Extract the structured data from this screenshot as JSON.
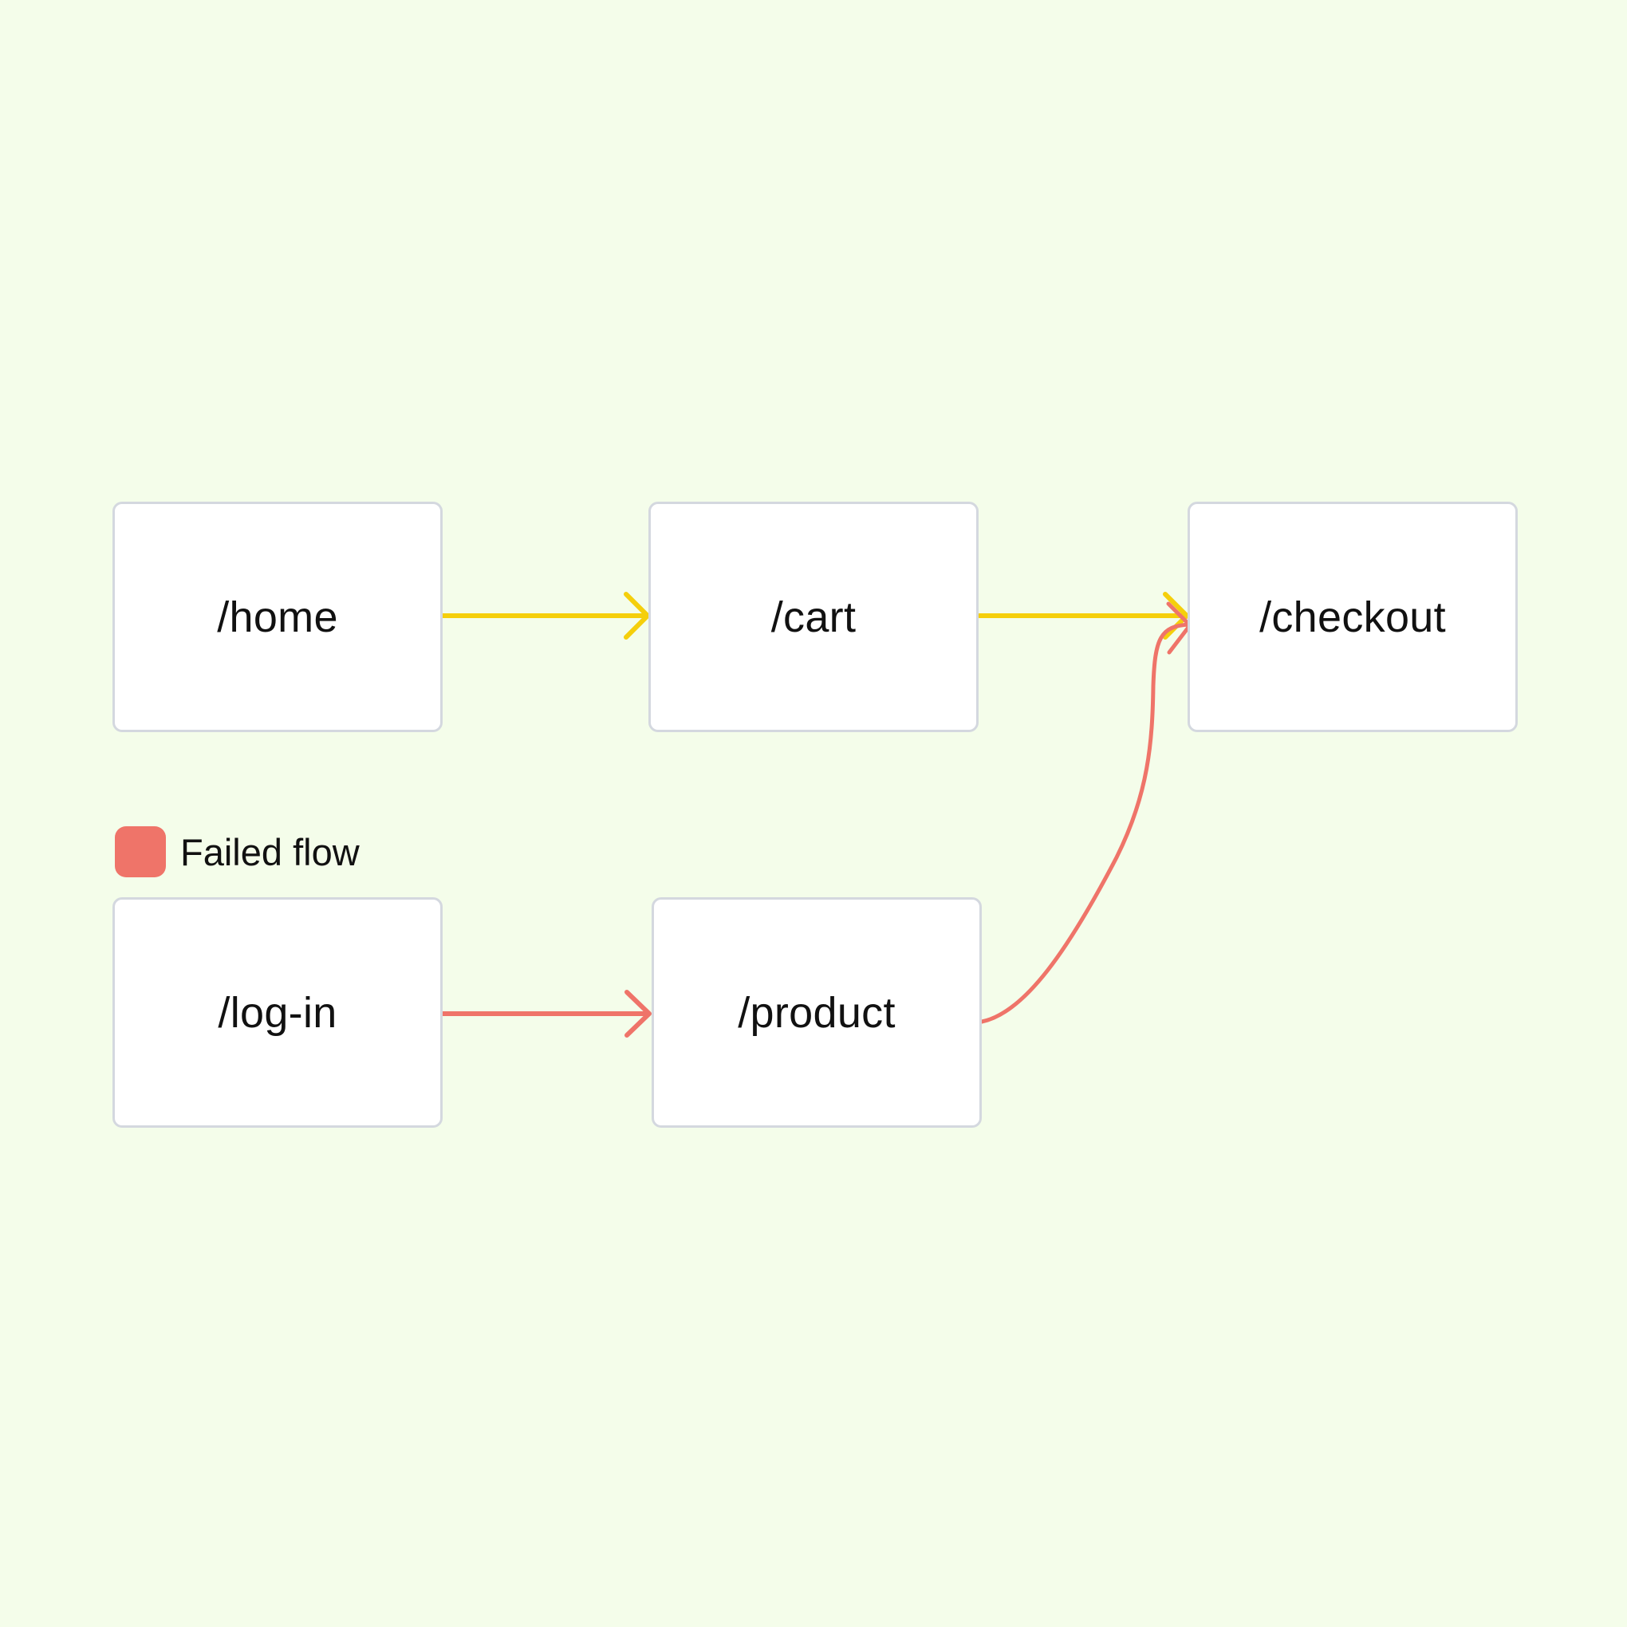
{
  "diagram": {
    "nodes": [
      {
        "id": "home",
        "label": "/home"
      },
      {
        "id": "cart",
        "label": "/cart"
      },
      {
        "id": "checkout",
        "label": "/checkout"
      },
      {
        "id": "login",
        "label": "/log-in"
      },
      {
        "id": "product",
        "label": "/product"
      }
    ],
    "edges": [
      {
        "from": "home",
        "to": "cart",
        "flow": "normal"
      },
      {
        "from": "cart",
        "to": "checkout",
        "flow": "normal"
      },
      {
        "from": "login",
        "to": "product",
        "flow": "failed"
      },
      {
        "from": "product",
        "to": "checkout",
        "flow": "failed"
      }
    ]
  },
  "legend": {
    "label": "Failed flow",
    "color": "#ef7469"
  },
  "colors": {
    "background": "#f4fdea",
    "normal_flow": "#f5cf0b",
    "failed_flow": "#ef7469",
    "node_border": "#d4d8df"
  }
}
